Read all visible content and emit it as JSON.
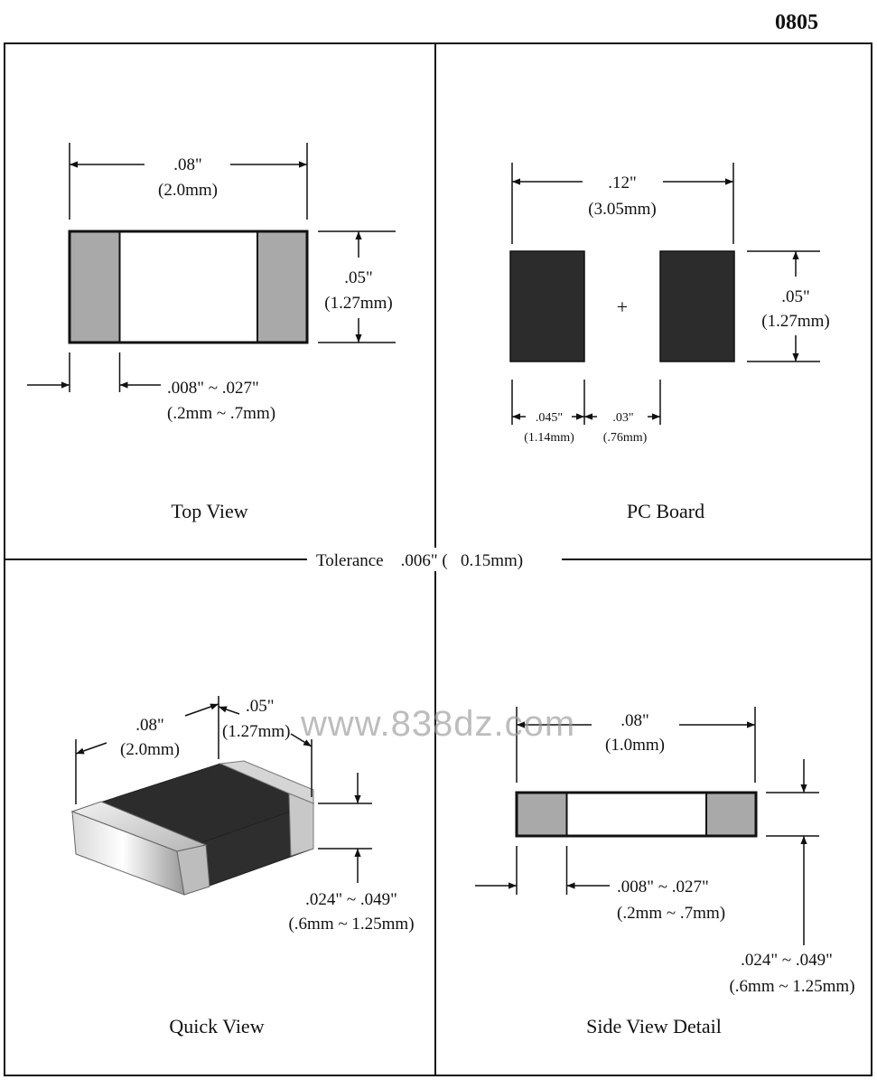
{
  "page_title": "0805",
  "tolerance": "Tolerance    .006\" (   0.15mm)",
  "watermark": "www.838dz.com",
  "top_view": {
    "caption": "Top View",
    "width_in": ".08\"",
    "width_mm": "(2.0mm)",
    "height_in": ".05\"",
    "height_mm": "(1.27mm)",
    "term_in": ".008\" ~ .027\"",
    "term_mm": "(.2mm ~ .7mm)"
  },
  "pc_board": {
    "caption": "PC Board",
    "width_in": ".12\"",
    "width_mm": "(3.05mm)",
    "height_in": ".05\"",
    "height_mm": "(1.27mm)",
    "pad_in": ".045\"",
    "pad_mm": "(1.14mm)",
    "gap_in": ".03\"",
    "gap_mm": "(.76mm)",
    "center_mark": "+"
  },
  "quick_view": {
    "caption": "Quick View",
    "length_in": ".08\"",
    "length_mm": "(2.0mm)",
    "width_in": ".05\"",
    "width_mm": "(1.27mm)",
    "thick_in": ".024\" ~ .049\"",
    "thick_mm": "(.6mm ~ 1.25mm)"
  },
  "side_view": {
    "caption": "Side View Detail",
    "length_in": ".08\"",
    "length_mm": "(1.0mm)",
    "term_in": ".008\" ~ .027\"",
    "term_mm": "(.2mm ~ .7mm)",
    "thick_in": ".024\" ~ .049\"",
    "thick_mm": "(.6mm ~ 1.25mm)"
  }
}
